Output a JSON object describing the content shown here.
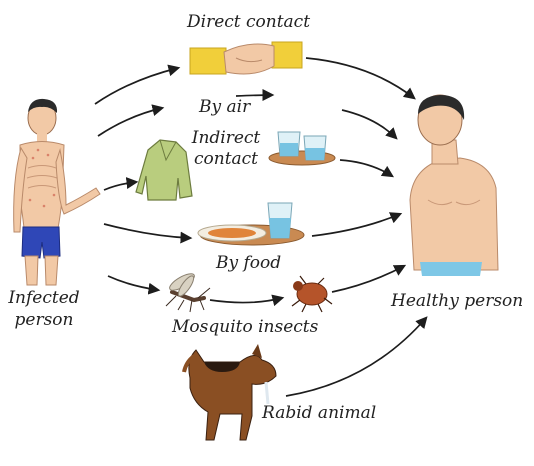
{
  "labels": {
    "infected": "Infected person",
    "healthy": "Healthy person",
    "direct": "Direct contact",
    "air": "By air",
    "indirect": "Indirect contact",
    "food": "By food",
    "mosquito": "Mosquito insects",
    "rabid": "Rabid animal"
  },
  "colors": {
    "skin": "#f2c9a6",
    "shorts_infected": "#2f47b7",
    "shorts_healthy": "#7ec7e6",
    "hair": "#2b2b2b",
    "arrow": "#1d1d1d",
    "cloth": "#b9cd7e",
    "handshake_sleeve": "#f1cf3a"
  }
}
